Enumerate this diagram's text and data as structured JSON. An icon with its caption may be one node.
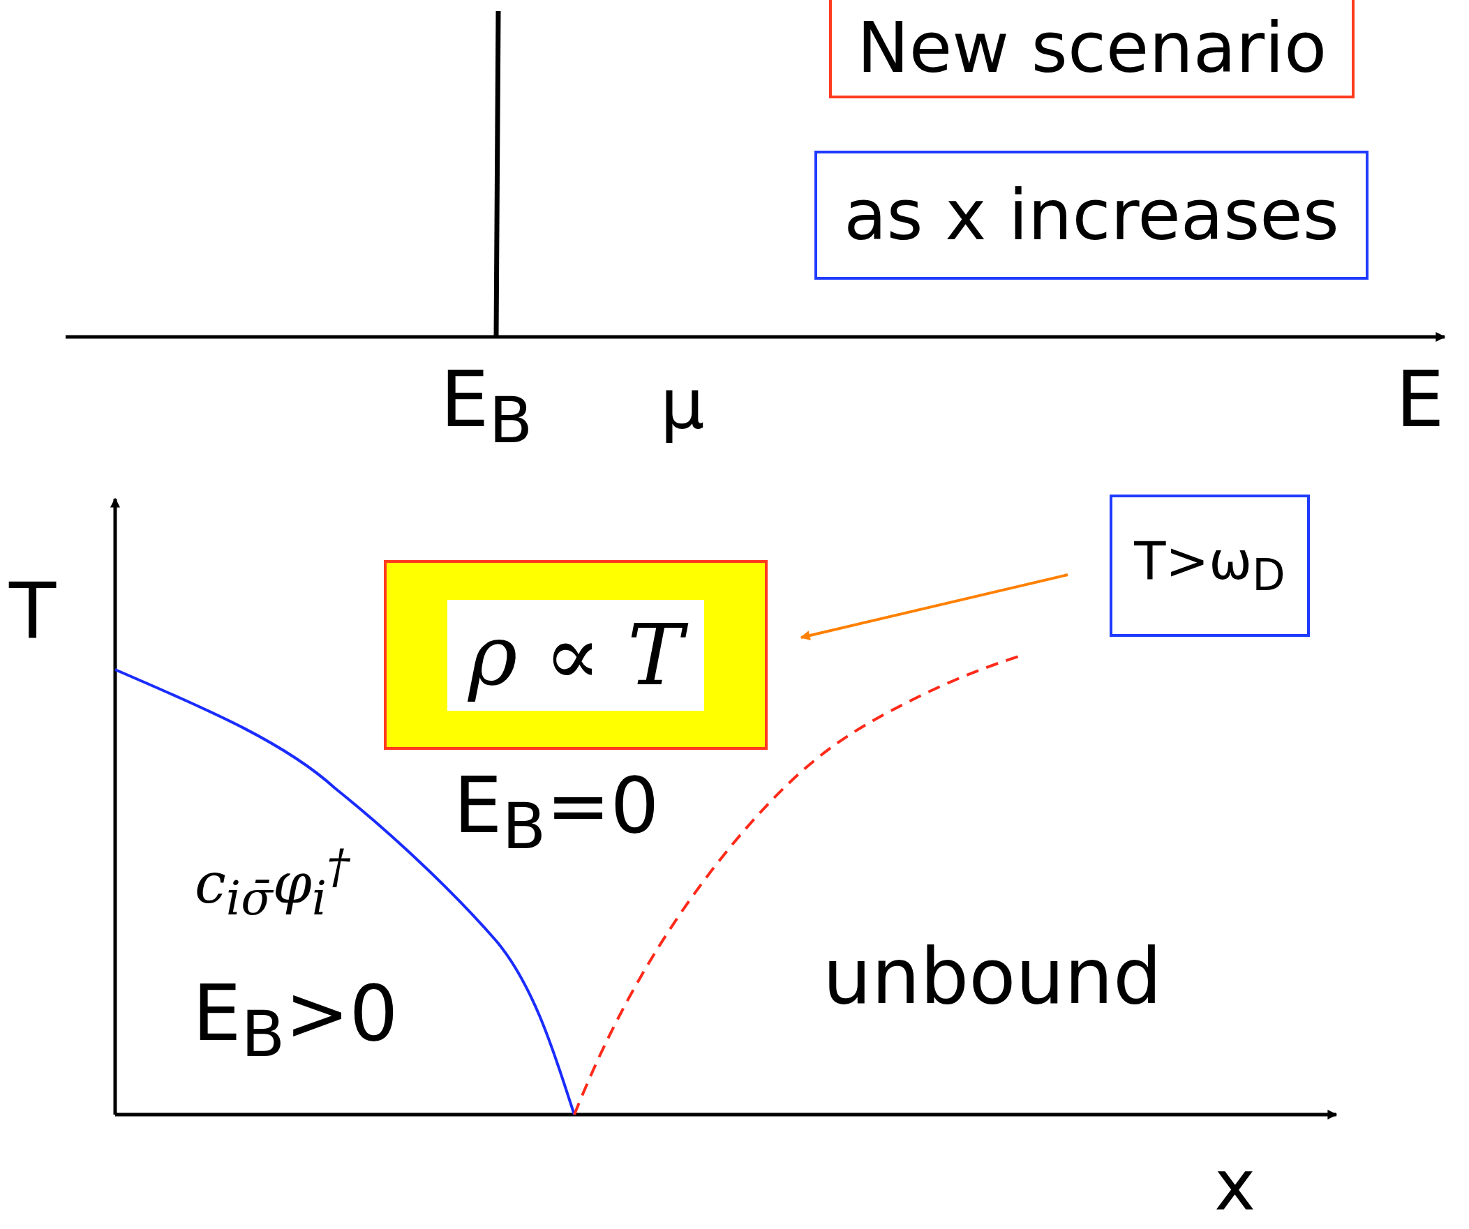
{
  "diagram": {
    "nodes": [
      {
        "text": [
          "New scenario"
        ]
      },
      {
        "text": [
          "as x increases"
        ]
      },
      {
        "text": [
          "ρ ∝ T"
        ]
      },
      {
        "text": [
          "T>ω$_{D}$"
        ]
      }
    ],
    "edges": [
      {
        "from": 3,
        "to": 2,
        "arrow": "to",
        "color": "#ff8000"
      }
    ],
    "labels": [
      "E$_{B}$",
      "μ",
      "E",
      "T",
      "E$_{B}$=0",
      "c$_{iσ̄}$φ$_{i}$$^{†}$",
      "E$_{B}$>0",
      "unbound",
      "x"
    ]
  }
}
